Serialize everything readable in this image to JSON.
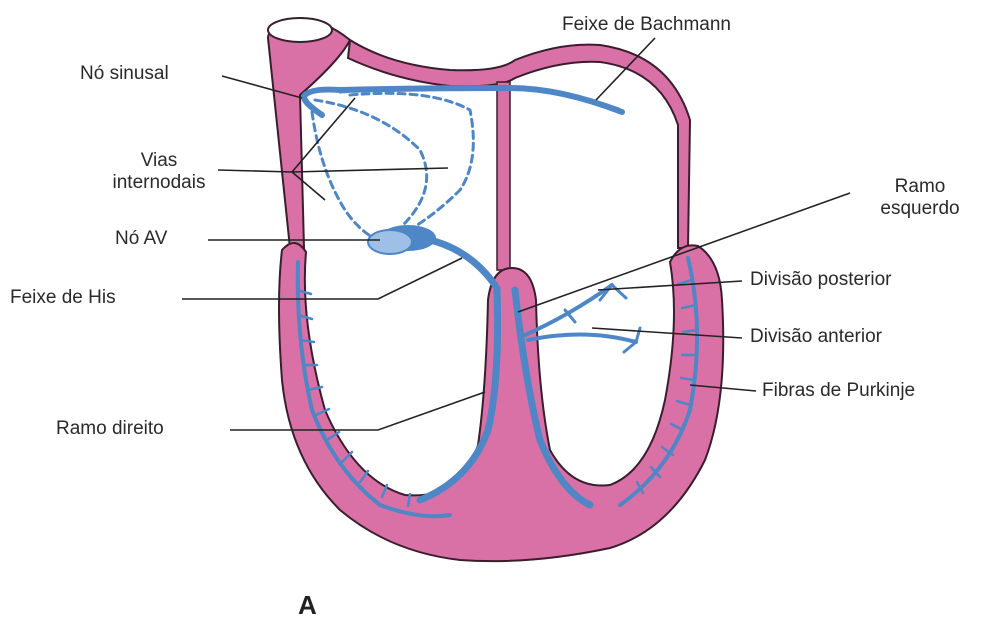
{
  "colors": {
    "myocardium": "#D971A6",
    "myocardium_edge": "#3a1e2e",
    "conduction": "#4F86C6",
    "leader": "#222222",
    "background": "#FFFFFF"
  },
  "labels": {
    "no_sinusal": "Nó sinusal",
    "vias_line1": "Vias",
    "vias_line2": "internodais",
    "no_av": "Nó AV",
    "feixe_his": "Feixe de His",
    "ramo_direito": "Ramo direito",
    "feixe_bachmann": "Feixe de Bachmann",
    "ramo_esq_line1": "Ramo",
    "ramo_esq_line2": "esquerdo",
    "divisao_posterior": "Divisão posterior",
    "divisao_anterior": "Divisão anterior",
    "fibras_purkinje": "Fibras de Purkinje"
  },
  "panel_label": "A"
}
